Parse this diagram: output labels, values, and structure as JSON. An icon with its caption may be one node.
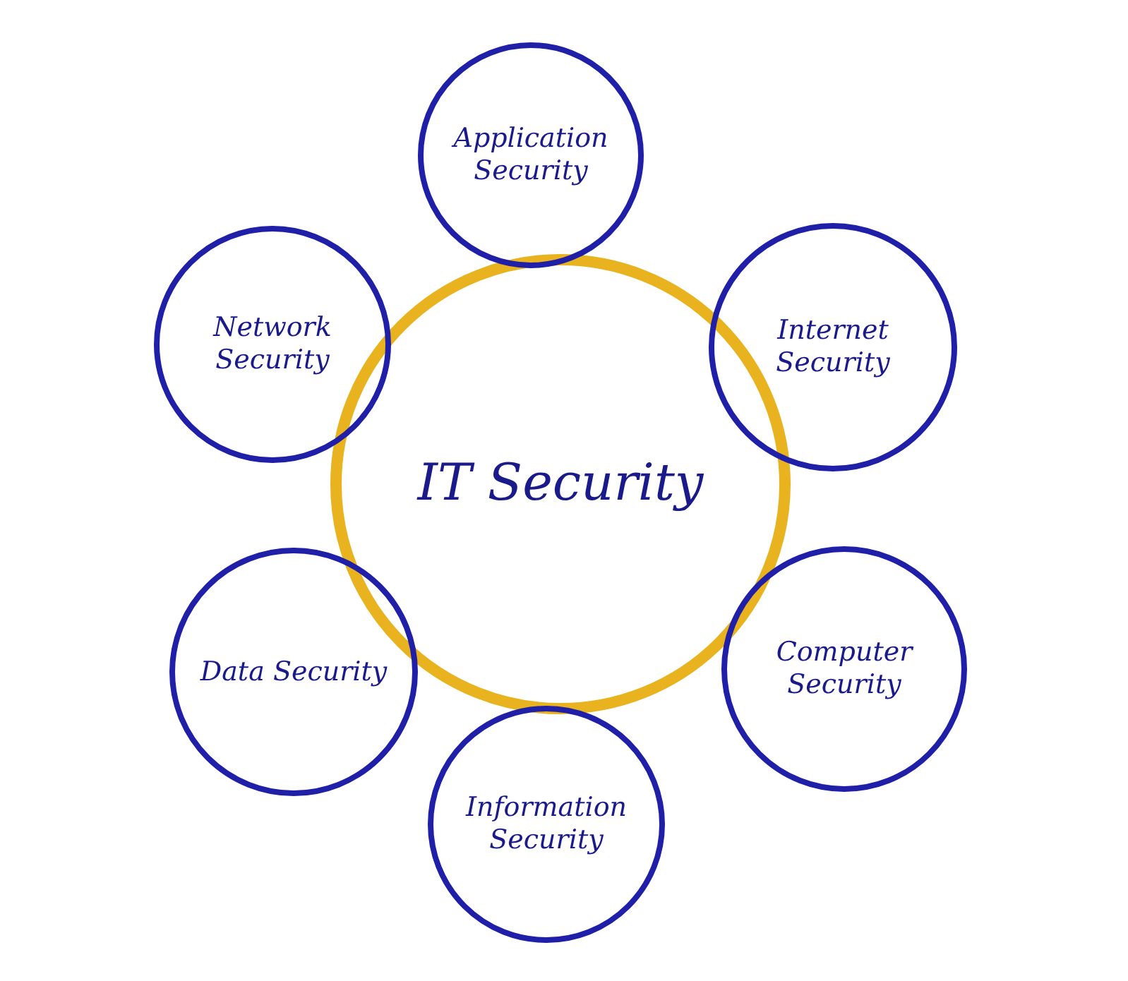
{
  "diagram": {
    "nodes": [
      {
        "text": [
          "IT Security"
        ]
      },
      {
        "text": [
          "Application Security"
        ]
      },
      {
        "text": [
          "Network Security"
        ]
      },
      {
        "text": [
          "Internet Security"
        ]
      },
      {
        "text": [
          "Data Security"
        ]
      },
      {
        "text": [
          "Computer Security"
        ]
      },
      {
        "text": [
          "Information Security"
        ]
      }
    ]
  }
}
